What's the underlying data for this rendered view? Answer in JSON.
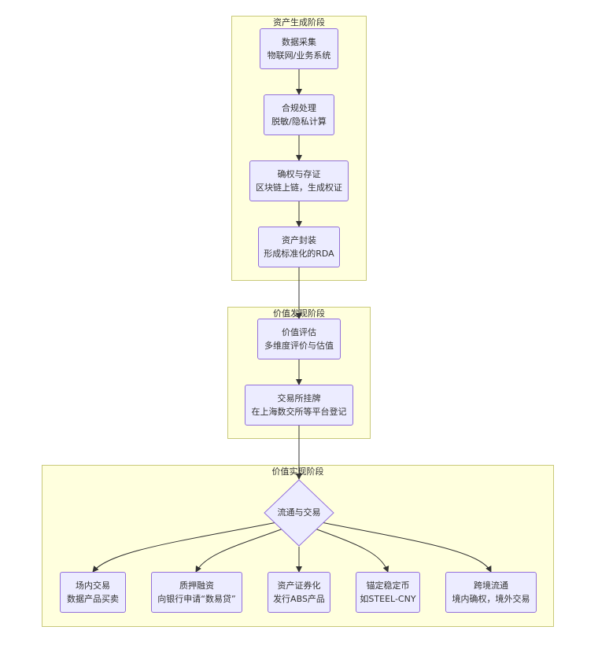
{
  "clusters": {
    "generation": {
      "label": "资产生成阶段"
    },
    "discovery": {
      "label": "价值发现阶段"
    },
    "realization": {
      "label": "价值实现阶段"
    }
  },
  "nodes": {
    "collect": {
      "line1": "数据采集",
      "line2": "物联网/业务系统"
    },
    "compliance": {
      "line1": "合规处理",
      "line2": "脱敏/隐私计算"
    },
    "confirm": {
      "line1": "确权与存证",
      "line2": "区块链上链，生成权证"
    },
    "package": {
      "line1": "资产封装",
      "line2": "形成标准化的RDA"
    },
    "evaluate": {
      "line1": "价值评估",
      "line2": "多维度评价与估值"
    },
    "listing": {
      "line1": "交易所挂牌",
      "line2": "在上海数交所等平台登记"
    },
    "circulate": {
      "line1": "流通与交易"
    },
    "onsite": {
      "line1": "场内交易",
      "line2": "数据产品买卖"
    },
    "pledge": {
      "line1": "质押融资",
      "line2": "向银行申请“数易贷”"
    },
    "abs": {
      "line1": "资产证券化",
      "line2": "发行ABS产品"
    },
    "stablecoin": {
      "line1": "锚定稳定币",
      "line2": "如STEEL-CNY"
    },
    "crossborder": {
      "line1": "跨境流通",
      "line2": "境内确权，境外交易"
    }
  },
  "colors": {
    "cluster_fill": "#ffffde",
    "cluster_border": "#c9c97a",
    "node_fill": "#ececff",
    "node_border": "#9370db",
    "edge": "#333333"
  }
}
